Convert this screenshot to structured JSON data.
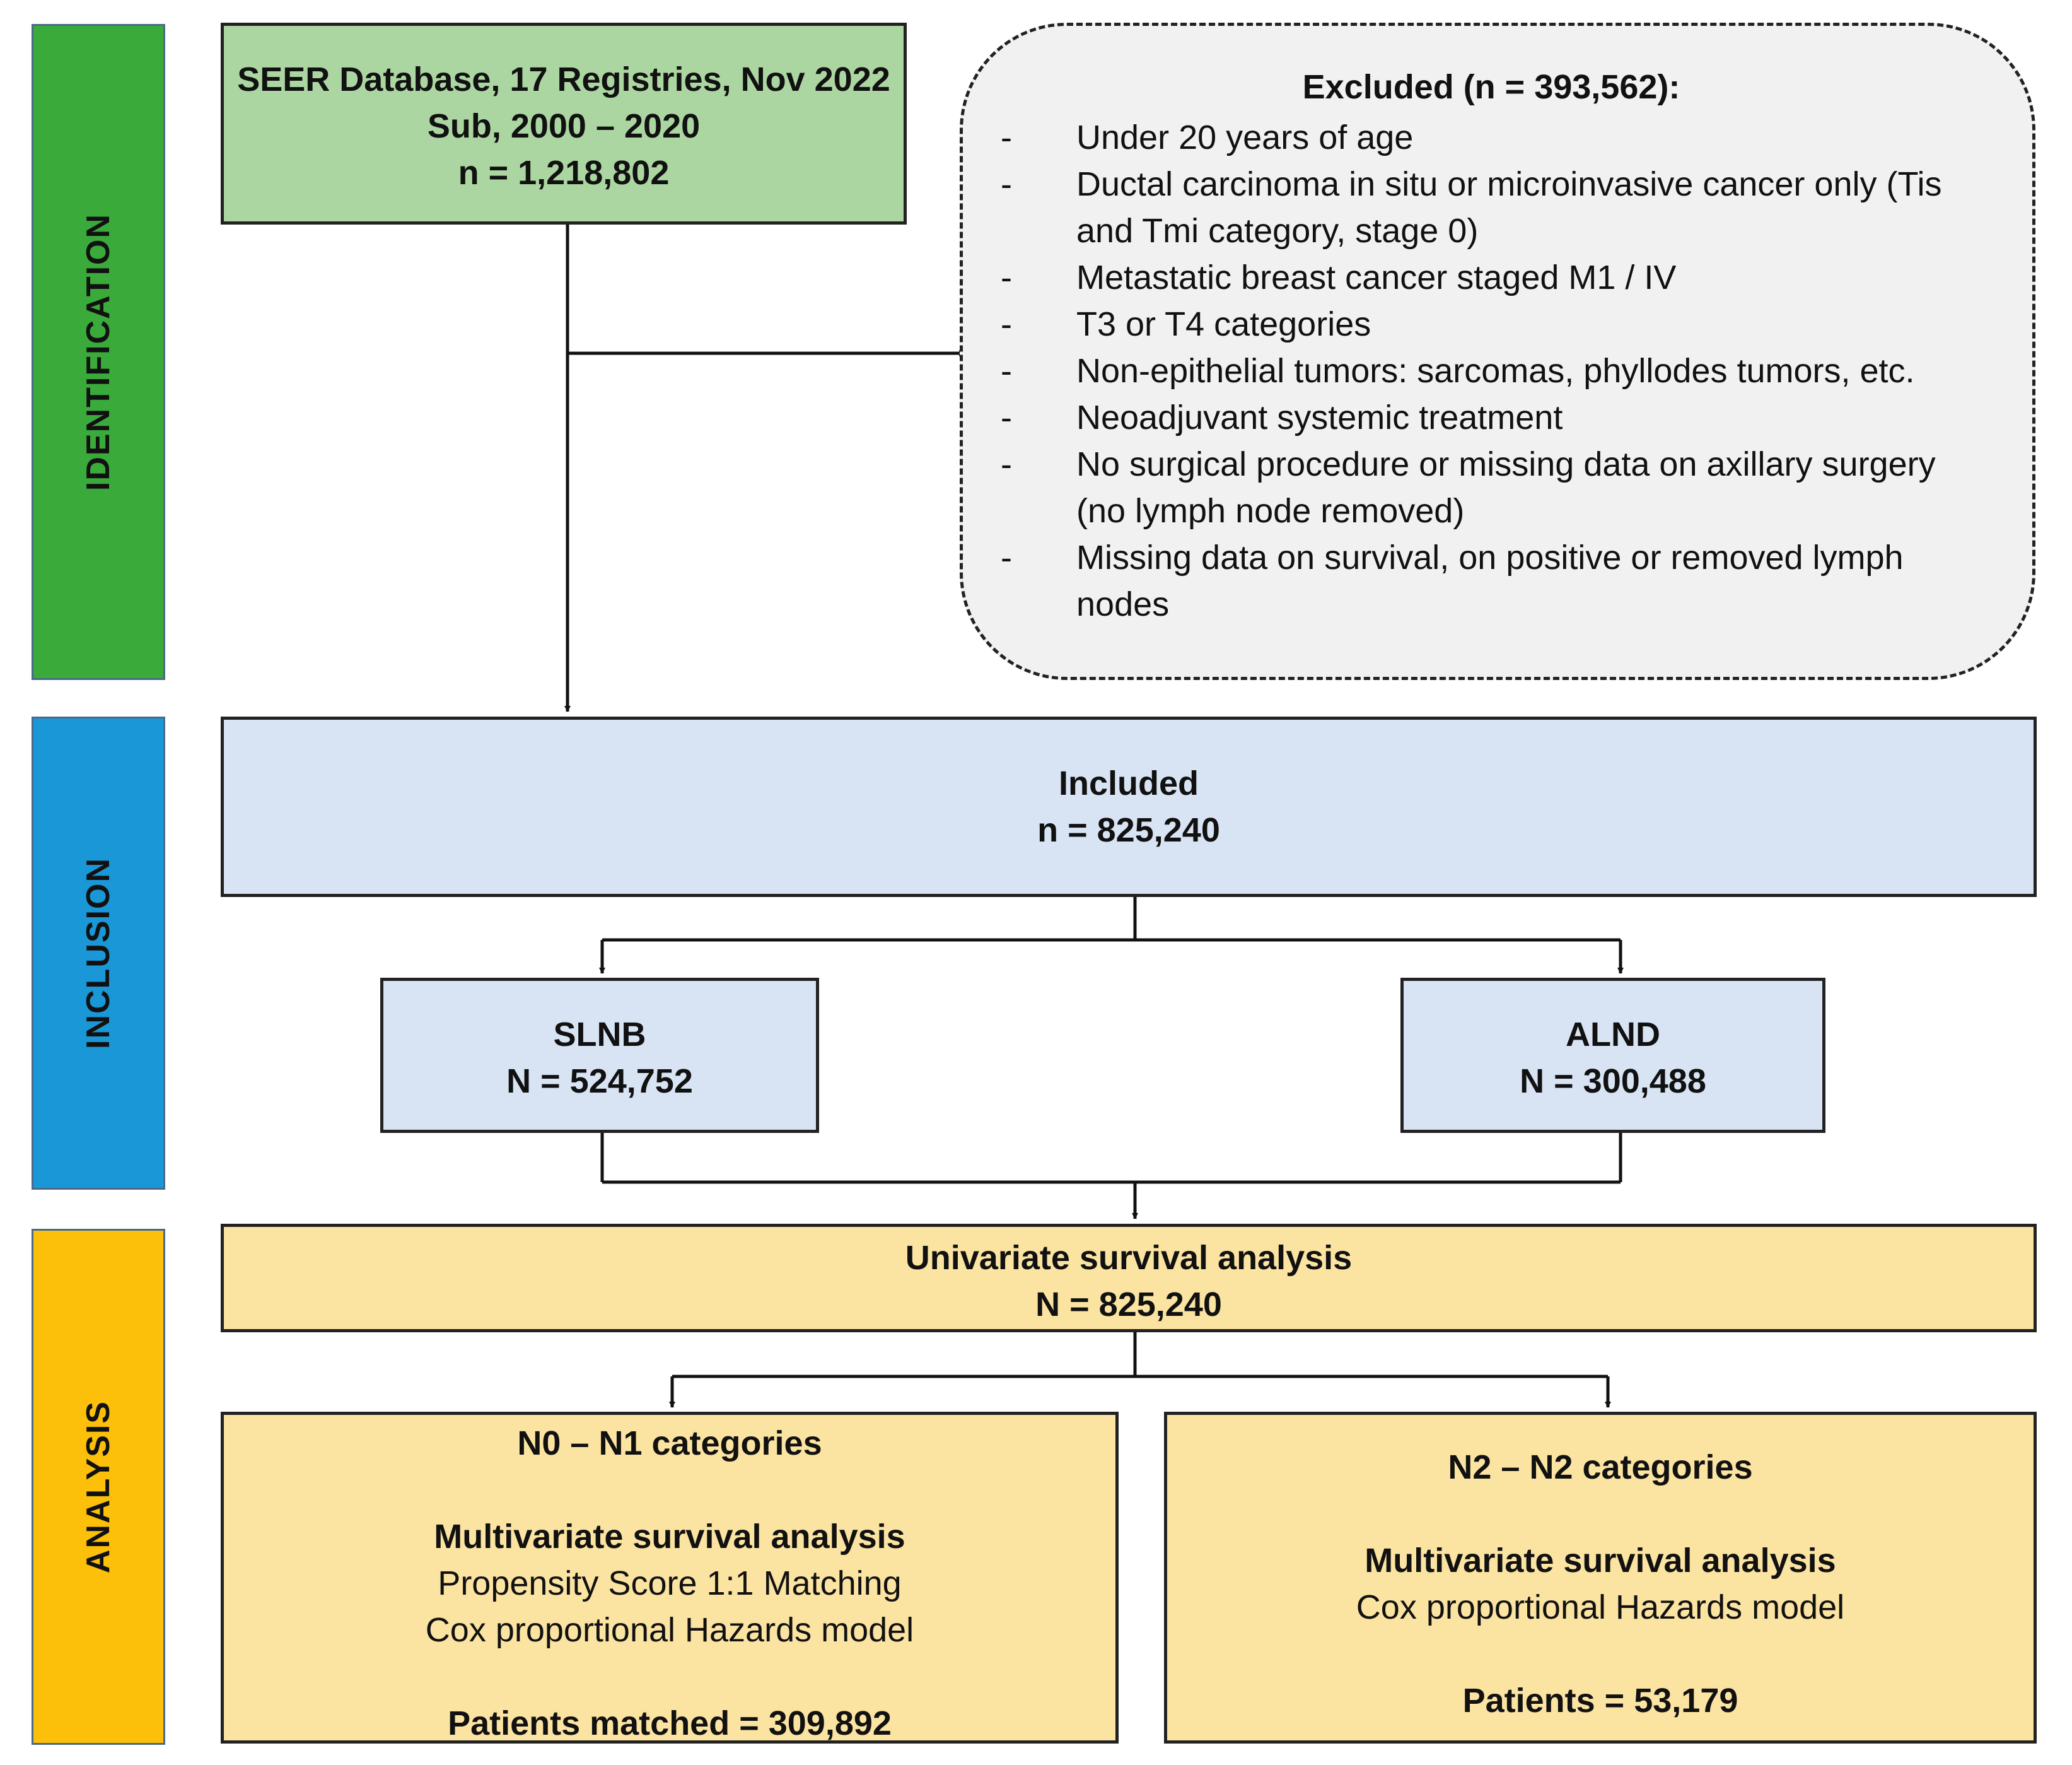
{
  "phases": {
    "identification": "IDENTIFICATION",
    "inclusion": "INCLUSION",
    "analysis": "ANALYSIS"
  },
  "colors": {
    "identification": "#3aaa3a",
    "inclusion": "#1a97d6",
    "analysis": "#fcbf0a",
    "green_box": "#acd6a1",
    "blue_box": "#d8e4f4",
    "yellow_box": "#fbe3a1",
    "excluded_box": "#f1f1f1"
  },
  "seer": {
    "line1": "SEER Database, 17 Registries, Nov 2022",
    "line2": "Sub, 2000 – 2020",
    "line3": "n = 1,218,802"
  },
  "excluded": {
    "title": "Excluded (n = 393,562):",
    "criteria": [
      "Under 20 years of age",
      "Ductal carcinoma in situ or microinvasive cancer only (Tis and Tmi category, stage 0)",
      "Metastatic breast cancer staged M1 / IV",
      "T3 or T4 categories",
      "Non-epithelial tumors: sarcomas, phyllodes tumors, etc.",
      "Neoadjuvant systemic treatment",
      "No surgical procedure or missing data on axillary surgery (no lymph node removed)",
      "Missing data on survival, on positive or removed lymph nodes"
    ]
  },
  "included": {
    "title": "Included",
    "count": "n = 825,240"
  },
  "slnb": {
    "title": "SLNB",
    "count": "N = 524,752"
  },
  "alnd": {
    "title": "ALND",
    "count": "N = 300,488"
  },
  "univariate": {
    "title": "Univariate survival analysis",
    "count": "N = 825,240"
  },
  "n0n1": {
    "title": "N0 – N1 categories",
    "method": "Multivariate survival analysis",
    "line1": "Propensity Score 1:1 Matching",
    "line2": "Cox proportional Hazards model",
    "result": "Patients matched = 309,892"
  },
  "n2": {
    "title": "N2 – N2 categories",
    "method": "Multivariate survival analysis",
    "line1": "Cox proportional Hazards model",
    "result": "Patients = 53,179"
  }
}
